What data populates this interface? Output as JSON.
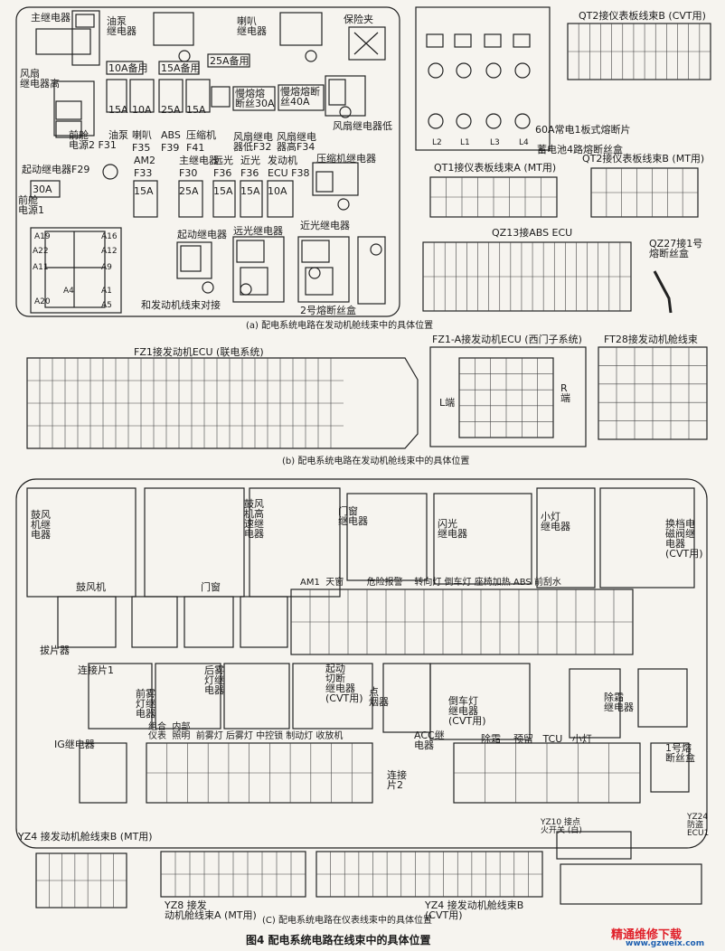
{
  "engine": {
    "main_relay": "主继电器",
    "fuel_pump_relay": "油泵\n继电器",
    "horn_relay": "喇叭\n继电器",
    "fuse_puller": "保险夹",
    "fan_relay_high": "风扇\n继电器高",
    "fan_relay_low": "风扇继电器低",
    "f_front1": "前舱\n电源1",
    "f_front2": "前舱\n电源2 F31",
    "fuses_row": [
      {
        "amp": "15A",
        "name": "油泵",
        "code": ""
      },
      {
        "amp": "10A",
        "name": "喇叭",
        "code": "F35"
      },
      {
        "amp": "25A",
        "name": "ABS",
        "code": "F39"
      },
      {
        "amp": "15A",
        "name": "压缩机",
        "code": "F41"
      }
    ],
    "spare_10a": "10A备用",
    "spare_15a": "15A备用",
    "spare_25a": "25A备用",
    "slow_fuse30": "慢熔熔\n断丝30A",
    "slow_fuse40": "慢熔熔断\n丝40A",
    "fan_relay_low_f32": "风扇继电\n器低F32",
    "fan_relay_high_f34": "风扇继电\n器高F34",
    "start_relay_f29": "起动继电器F29",
    "fuses_row2": [
      {
        "amp": "15A",
        "name": "AM2",
        "code": "F33"
      },
      {
        "amp": "25A",
        "name": "主继电器",
        "code": "F30"
      },
      {
        "amp": "15A",
        "name": "远光",
        "code": "F36"
      },
      {
        "amp": "15A",
        "name": "近光",
        "code": "F36"
      },
      {
        "amp": "10A",
        "name": "发动机",
        "code": "ECU F38"
      }
    ],
    "amp30": "30A",
    "compressor_relay": "压缩机继电器",
    "start_relay": "起动继电器",
    "far_relay": "远光继电器",
    "near_relay": "近光继电器",
    "fuse_box2": "2号熔断丝盒",
    "engine_harness": "和发动机线束对接",
    "a_pins": [
      "A19",
      "A16",
      "A22",
      "A12",
      "A11",
      "A9",
      "A4",
      "A1",
      "A20",
      "A5"
    ],
    "battery_box": "蓄电池4路熔断丝盒",
    "fuse60a": "60A常电1板式熔断片",
    "l_labels": [
      "L2",
      "L1",
      "L3",
      "L4"
    ],
    "qt2_cvt": "QT2接仪表板线束B (CVT用)",
    "qt1_mt": "QT1接仪表板线束A (MT用)",
    "qt2_mt": "QT2接仪表板线束B (MT用)",
    "qz13": "QZ13接ABS ECU",
    "qz27": "QZ27接1号\n熔断丝盒",
    "caption_a": "(a) 配电系统电路在发动机舱线束中的具体位置"
  },
  "ecu": {
    "fz1": "FZ1接发动机ECU (联电系统)",
    "fz1a": "FZ1-A接发动机ECU (西门子系统)",
    "ft28": "FT28接发动机舱线束",
    "l_end": "L端",
    "r_end": "R\n端",
    "caption_b": "(b) 配电系统电路在发动机舱线束中的具体位置"
  },
  "instrument": {
    "blower_relay": "鼓风\n机继\n电器",
    "blower_high_relay": "鼓风\n机高\n速继\n电器",
    "door_relay": "门窗\n继电器",
    "flash_relay": "闪光\n继电器",
    "small_light_relay": "小灯\n继电器",
    "shift_valve_relay": "换档电\n磁阀继\n电器\n(CVT用)",
    "blower": "鼓风机",
    "door_window": "门窗",
    "puller": "拔片器",
    "connector1": "连接片1",
    "connector2": "连接\n片2",
    "front_fog_relay": "前雾\n灯继\n电器",
    "rear_fog_relay": "后雾\n灯继\n电器",
    "start_cutoff_relay": "起动\n切断\n继电器\n(CVT用)",
    "lighter_relay": "点\n烟器",
    "reverse_relay": "倒车灯\n继电器\n(CVT用)",
    "defrost_relay": "除霜\n继电器",
    "ig_relay": "IG继电器",
    "acc_relay": "ACC继\n电器",
    "fuse_box1": "1号熔\n断丝盒",
    "top_row": "AM1  天窗        危险报警    转向灯 倒车灯 座椅加热 ABS 前刮水",
    "mid_row": "组合  内部\n仪表  照明  前雾灯 后雾灯 中控锁 制动灯 收放机",
    "right_row": "除霜    预留   TCU   小灯",
    "yz4_mt": "YZ4 接发动机舱线束B (MT用)",
    "yz8": "YZ8 接发\n动机舱线束A (MT用)",
    "yz4_cvt": "YZ4 接发动机舱线束B\n(CVT用)",
    "yz10": "YZ10 接点\n火开关 (白)",
    "yz24": "YZ24\n防盗\nECU1",
    "caption_c": "(C) 配电系统电路在仪表线束中的具体位置"
  },
  "figure_title": "图4   配电系统电路在线束中的具体位置",
  "watermark": "精通维修下载",
  "watermark_url": "www.gzweix.com"
}
